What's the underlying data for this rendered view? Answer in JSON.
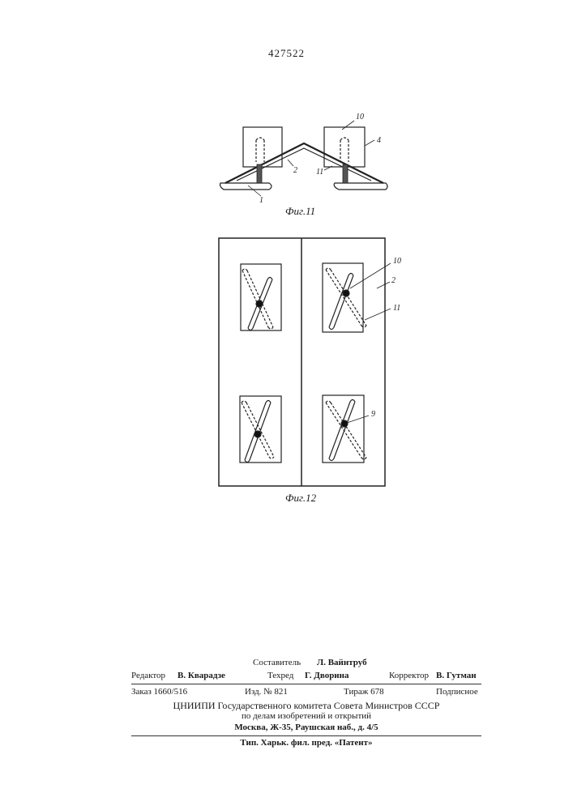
{
  "patent_number": "427522",
  "figures": {
    "fig11": {
      "caption": "Фиг.11",
      "callouts": [
        "10",
        "4",
        "2",
        "11",
        "1"
      ]
    },
    "fig12": {
      "caption": "Фиг.12",
      "callouts": [
        "10",
        "2",
        "11",
        "9"
      ]
    }
  },
  "credits": {
    "compiler_label": "Составитель",
    "compiler_name": "Л. Вайнтруб",
    "editor_label": "Редактор",
    "editor_name": "В. Кварадзе",
    "techred_label": "Техред",
    "techred_name": "Г. Дворина",
    "corrector_label": "Корректор",
    "corrector_name": "В. Гутман",
    "order": "Заказ 1660/516",
    "edition": "Изд. № 821",
    "print_run": "Тираж 678",
    "subscription": "Подписное",
    "institute_line1": "ЦНИИПИ Государственного комитета Совета Министров СССР",
    "institute_line2": "по делам изобретений и открытий",
    "address": "Москва, Ж-35, Раушская наб., д. 4/5",
    "printer": "Тип. Харьк. фил. пред. «Патент»"
  }
}
